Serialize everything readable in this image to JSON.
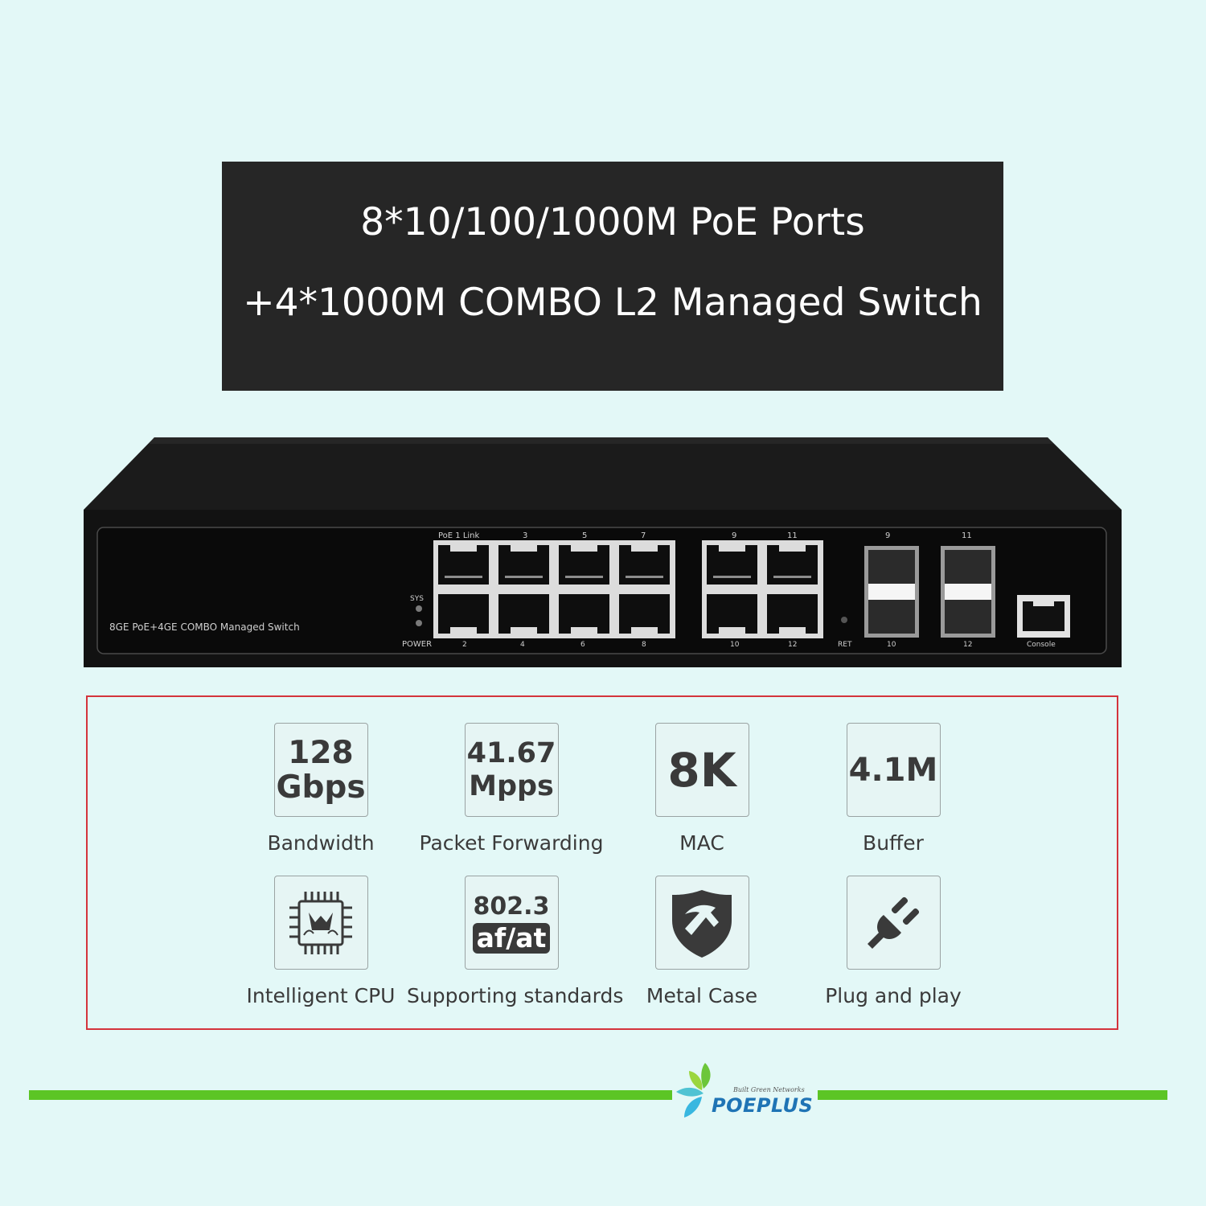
{
  "header": {
    "line1": "8*10/100/1000M PoE Ports",
    "line2": "+4*1000M COMBO L2 Managed Switch"
  },
  "device": {
    "model_label": "8GE PoE+4GE COMBO Managed Switch",
    "sys_label": "SYS",
    "power_label": "POWER",
    "poe_link_label": "PoE  1  Link",
    "rst_label": "RET",
    "console_label": "Console",
    "rj45_top_numbers": [
      "3",
      "5",
      "7",
      "9",
      "11"
    ],
    "rj45_bottom_numbers": [
      "2",
      "4",
      "6",
      "8",
      "10",
      "12"
    ],
    "sfp_top_numbers": [
      "9",
      "11"
    ],
    "sfp_bottom_numbers": [
      "10",
      "12"
    ],
    "colors": {
      "body": "#141414",
      "panel": "#0d0d0d",
      "port_frame": "#dedede"
    }
  },
  "features": [
    {
      "tile_lines": [
        "128",
        "Gbps"
      ],
      "caption": "Bandwidth"
    },
    {
      "tile_lines": [
        "41.67",
        "Mpps"
      ],
      "caption": "Packet Forwarding"
    },
    {
      "tile_lines": [
        "8K"
      ],
      "caption": "MAC"
    },
    {
      "tile_lines": [
        "4.1M"
      ],
      "caption": "Buffer"
    },
    {
      "icon": "cpu-chip-icon",
      "caption": "Intelligent CPU"
    },
    {
      "tile_lines": [
        "802.3",
        "af/at"
      ],
      "caption": "Supporting standards"
    },
    {
      "icon": "shield-hammer-icon",
      "caption": "Metal Case"
    },
    {
      "icon": "power-plug-icon",
      "caption": "Plug and play"
    }
  ],
  "brand": {
    "tagline": "Built Green Networks",
    "name": "POEPLUS",
    "colors": {
      "line": "#5cc525",
      "text": "#1f74b5",
      "border": "#d4343c"
    }
  }
}
